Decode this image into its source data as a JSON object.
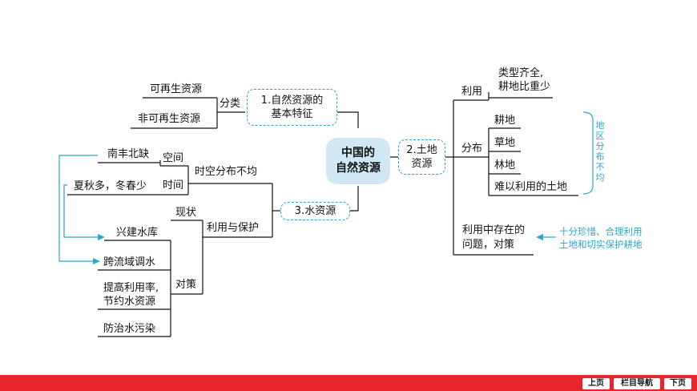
{
  "center": {
    "line1": "中国的",
    "line2": "自然资源"
  },
  "natural_features": {
    "box_line1": "1.自然资源的",
    "box_line2": "基本特征",
    "connector": "分类",
    "items": [
      "可再生资源",
      "非可再生资源"
    ]
  },
  "land": {
    "box_line1": "2.土地",
    "box_line2": "资源",
    "use_label": "利用",
    "use_desc_line1": "类型齐全,",
    "use_desc_line2": "耕地比重少",
    "distribution_label": "分布",
    "distribution_items": [
      "耕地",
      "草地",
      "林地",
      "难以利用的土地"
    ],
    "distribution_note": "地区分布不均",
    "problem_line1": "利用中存在的",
    "problem_line2": "问题，对策",
    "policy_line1": "十分珍惜、合理利用",
    "policy_line2": "土地和切实保护耕地"
  },
  "water": {
    "box_label": "3.水资源",
    "distribution_label": "时空分布不均",
    "space_label": "空间",
    "space_value": "南丰北缺",
    "time_label": "时间",
    "time_value": "夏秋多，冬春少",
    "usage_label": "利用与保护",
    "status_label": "现状",
    "measures_label": "对策",
    "measures": [
      "兴建水库",
      "跨流域调水",
      "提高利用率,",
      "节约水资源",
      "防治水污染"
    ]
  },
  "nav": {
    "prev": "上页",
    "menu": "栏目导航",
    "next": "下页"
  },
  "colors": {
    "accent": "#2aa6cf",
    "core_fill": "#cfe8f3",
    "bar": "#e8262a"
  }
}
